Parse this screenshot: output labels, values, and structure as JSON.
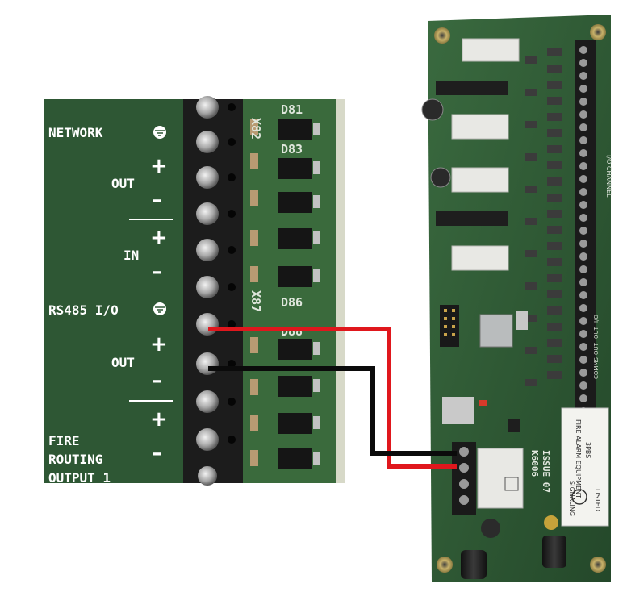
{
  "zoom_panel": {
    "labels": {
      "network": "NETWORK",
      "out_top": "OUT",
      "in": "IN",
      "rs485": "RS485 I/O",
      "out_bottom": "OUT",
      "fire_line1": "FIRE",
      "fire_line2": "ROUTING",
      "fire_line3": "OUTPUT 1"
    },
    "silkscreen": {
      "x82": "X82",
      "x87": "X87",
      "d81": "D81",
      "d83": "D83",
      "d86": "D86",
      "d88": "D88"
    }
  },
  "board": {
    "part_number": "K6006",
    "issue": "ISSUE 07",
    "io_channel_label": "I/O CHANNEL",
    "bottom_labels": {
      "comms": "COMMS",
      "out1": "OUT",
      "out2": "OUT",
      "io": "I/O"
    },
    "sticker": {
      "line1": "FIRE ALARM EQUIPMENT",
      "line2": "3PBS",
      "line3": "SIGNALING",
      "line4": "LISTED"
    }
  },
  "colors": {
    "pcb_green": "#2f5a35",
    "terminal_black": "#1d1d1d",
    "wire_red": "#e0171d",
    "wire_black": "#0b0b0b",
    "background": "#ffffff"
  }
}
